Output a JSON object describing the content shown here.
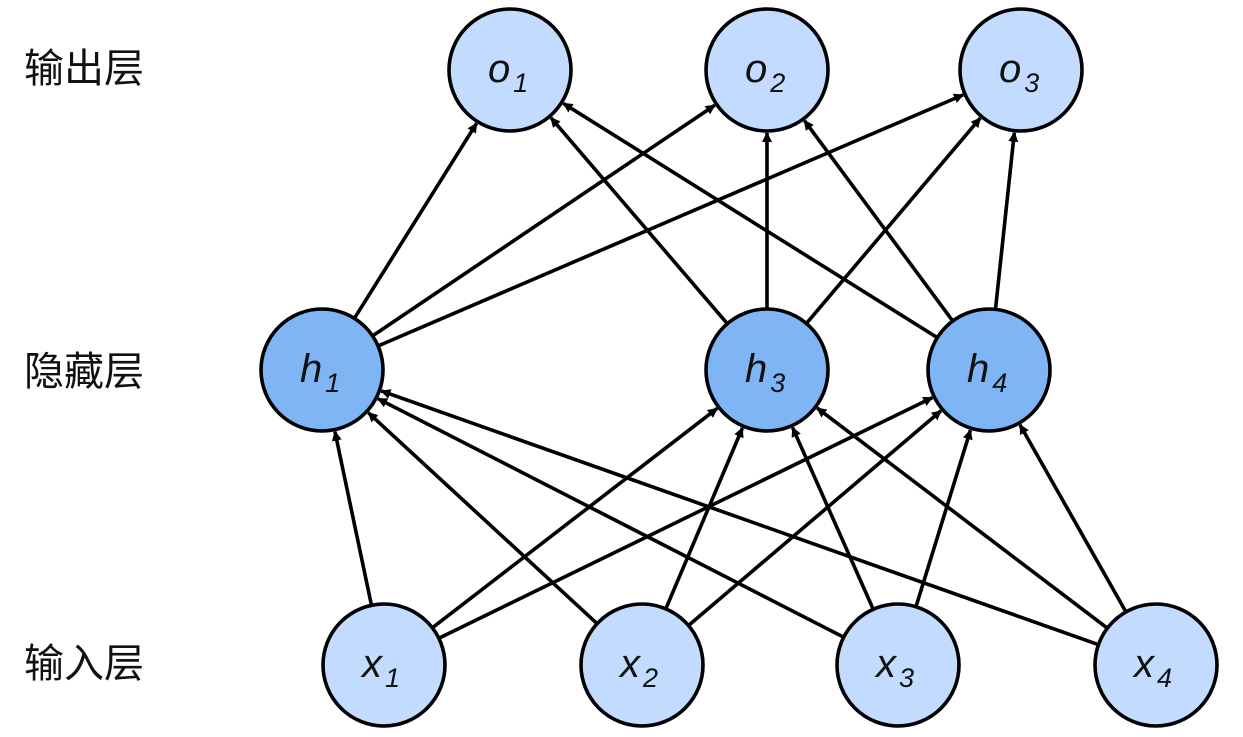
{
  "layers": [
    {
      "id": "output",
      "label": "输出层"
    },
    {
      "id": "hidden",
      "label": "隐藏层"
    },
    {
      "id": "input",
      "label": "输入层"
    }
  ],
  "nodes": [
    {
      "id": "o1",
      "layer": "output",
      "var": "o",
      "sub": "1"
    },
    {
      "id": "o2",
      "layer": "output",
      "var": "o",
      "sub": "2"
    },
    {
      "id": "o3",
      "layer": "output",
      "var": "o",
      "sub": "3"
    },
    {
      "id": "h1",
      "layer": "hidden",
      "var": "h",
      "sub": "1"
    },
    {
      "id": "h3",
      "layer": "hidden",
      "var": "h",
      "sub": "3"
    },
    {
      "id": "h4",
      "layer": "hidden",
      "var": "h",
      "sub": "4"
    },
    {
      "id": "x1",
      "layer": "input",
      "var": "x",
      "sub": "1"
    },
    {
      "id": "x2",
      "layer": "input",
      "var": "x",
      "sub": "2"
    },
    {
      "id": "x3",
      "layer": "input",
      "var": "x",
      "sub": "3"
    },
    {
      "id": "x4",
      "layer": "input",
      "var": "x",
      "sub": "4"
    }
  ],
  "edges": [
    {
      "from": "x1",
      "to": "h1"
    },
    {
      "from": "x1",
      "to": "h3"
    },
    {
      "from": "x1",
      "to": "h4"
    },
    {
      "from": "x2",
      "to": "h1"
    },
    {
      "from": "x2",
      "to": "h3"
    },
    {
      "from": "x2",
      "to": "h4"
    },
    {
      "from": "x3",
      "to": "h1"
    },
    {
      "from": "x3",
      "to": "h3"
    },
    {
      "from": "x3",
      "to": "h4"
    },
    {
      "from": "x4",
      "to": "h1"
    },
    {
      "from": "x4",
      "to": "h3"
    },
    {
      "from": "x4",
      "to": "h4"
    },
    {
      "from": "h1",
      "to": "o1"
    },
    {
      "from": "h1",
      "to": "o2"
    },
    {
      "from": "h1",
      "to": "o3"
    },
    {
      "from": "h3",
      "to": "o1"
    },
    {
      "from": "h3",
      "to": "o2"
    },
    {
      "from": "h3",
      "to": "o3"
    },
    {
      "from": "h4",
      "to": "o1"
    },
    {
      "from": "h4",
      "to": "o2"
    },
    {
      "from": "h4",
      "to": "o3"
    }
  ],
  "colors": {
    "io_fill": "#c2dbff",
    "hidden_fill": "#7fb5f5",
    "stroke": "#000000"
  }
}
